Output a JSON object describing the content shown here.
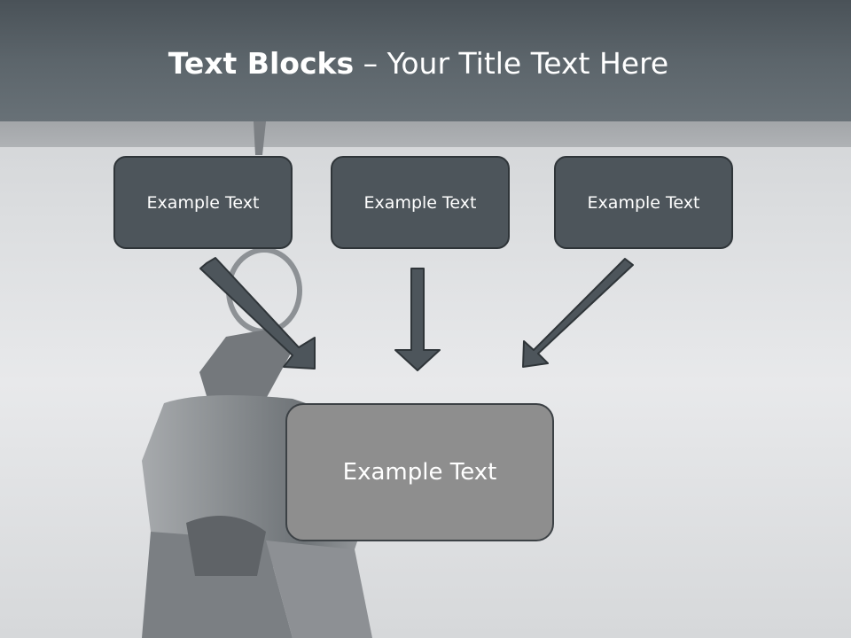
{
  "slide": {
    "title_bold": "Text Blocks",
    "title_separator": " – ",
    "title_rest": "Your Title Text Here"
  },
  "diagram": {
    "top_boxes": [
      {
        "label": "Example Text"
      },
      {
        "label": "Example Text"
      },
      {
        "label": "Example Text"
      }
    ],
    "bottom_box": {
      "label": "Example Text"
    }
  },
  "colors": {
    "header": "#5c656b",
    "box_dark": "#4d555b",
    "box_gray": "#8e8e8e",
    "arrow": "#4d555b"
  }
}
